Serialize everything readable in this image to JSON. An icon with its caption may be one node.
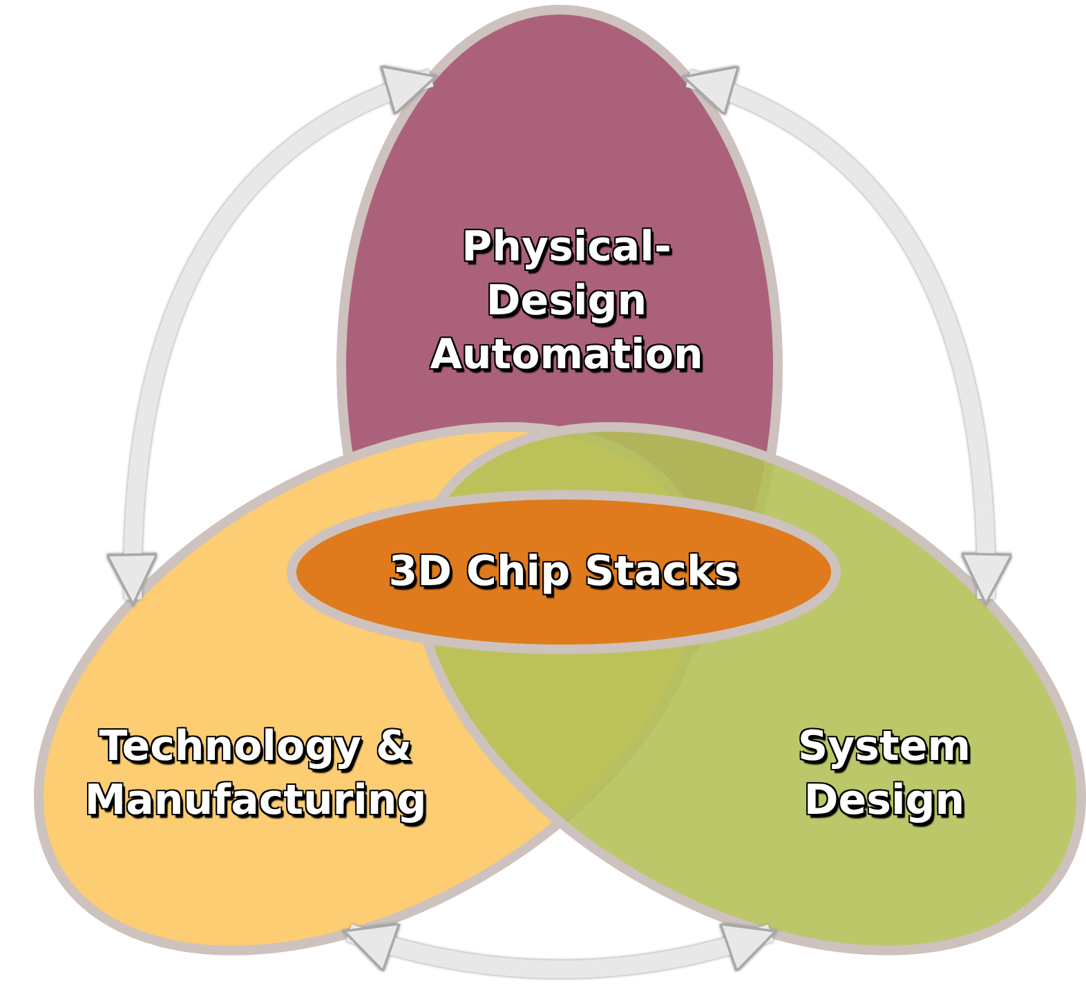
{
  "diagram": {
    "nodes": [
      {
        "text": [
          "Physical- Design Automation"
        ]
      },
      {
        "text": [
          "Technology & Manufacturing"
        ]
      },
      {
        "text": [
          "System Design"
        ]
      },
      {
        "text": [
          "3D Chip Stacks"
        ]
      }
    ],
    "edges": [
      {
        "from": 0,
        "to": 1,
        "arrow": "both"
      },
      {
        "from": 0,
        "to": 2,
        "arrow": "both"
      },
      {
        "from": 1,
        "to": 2,
        "arrow": "both"
      }
    ]
  }
}
